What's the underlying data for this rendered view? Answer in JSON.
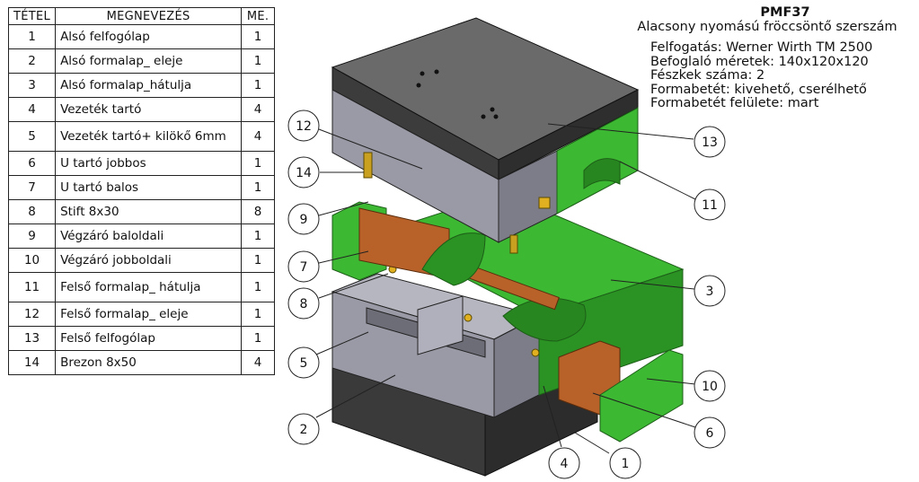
{
  "bom": {
    "headers": {
      "item": "TÉTEL",
      "name": "MEGNEVEZÉS",
      "qty": "ME."
    },
    "rows": [
      {
        "item": "1",
        "name": "Alsó felfogólap",
        "qty": "1"
      },
      {
        "item": "2",
        "name": "Alsó formalap_ eleje",
        "qty": "1"
      },
      {
        "item": "3",
        "name": "Alsó formalap_hátulja",
        "qty": "1"
      },
      {
        "item": "4",
        "name": "Vezeték tartó",
        "qty": "4"
      },
      {
        "item": "5",
        "name": "Vezeték tartó+ kilökő 6mm",
        "qty": "4"
      },
      {
        "item": "6",
        "name": "U tartó jobbos",
        "qty": "1"
      },
      {
        "item": "7",
        "name": "U tartó balos",
        "qty": "1"
      },
      {
        "item": "8",
        "name": "Stift 8x30",
        "qty": "8"
      },
      {
        "item": "9",
        "name": "Végzáró baloldali",
        "qty": "1"
      },
      {
        "item": "10",
        "name": "Végzáró jobboldali",
        "qty": "1"
      },
      {
        "item": "11",
        "name": "Felső formalap_ hátulja",
        "qty": "1"
      },
      {
        "item": "12",
        "name": "Felső formalap_ eleje",
        "qty": "1"
      },
      {
        "item": "13",
        "name": "Felső felfogólap",
        "qty": "1"
      },
      {
        "item": "14",
        "name": "Brezon 8x50",
        "qty": "4"
      }
    ]
  },
  "info": {
    "title": "PMF37",
    "subtitle": "Alacsony nyomású fröccsöntő szerszám",
    "specs": [
      "Felfogatás: Werner Wirth TM 2500",
      "Befoglaló méretek: 140x120x120",
      "Fészkek száma: 2",
      "Formabetét: kivehető, cserélhető",
      "Formabetét felülete: mart"
    ]
  },
  "callouts": [
    "1",
    "2",
    "3",
    "4",
    "5",
    "6",
    "7",
    "8",
    "9",
    "10",
    "11",
    "12",
    "13",
    "14"
  ],
  "colors": {
    "steel_dark": "#4a4a4a",
    "steel_light": "#a9a9b3",
    "green": "#3cb832",
    "copper": "#b8622a",
    "brass": "#e0b020"
  }
}
